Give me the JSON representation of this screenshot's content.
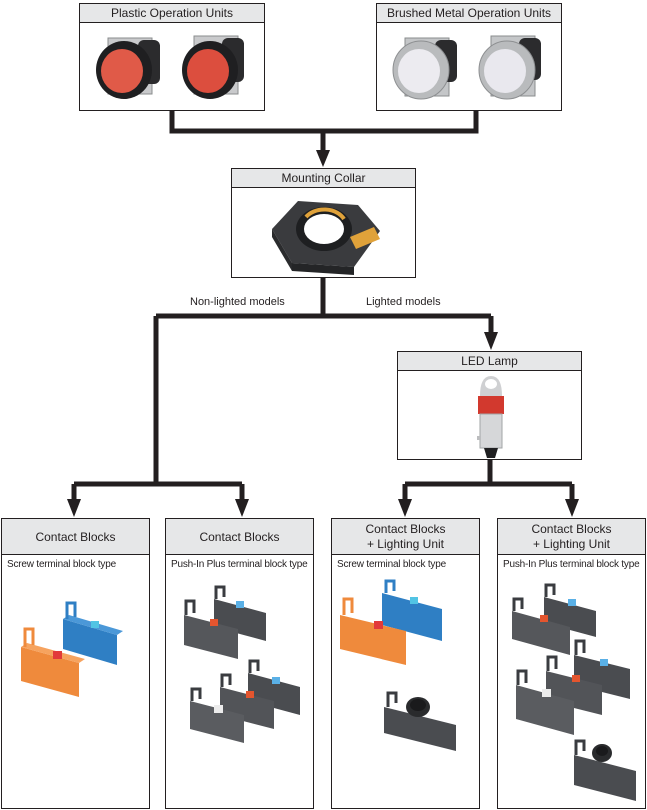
{
  "title": "Push-button switch configuration diagram",
  "colors": {
    "header_fill": "#e6e7e8",
    "line": "#231f20",
    "plastic_button": "#e05a48",
    "metal_button": "#e8e6ec",
    "collar_accent": "#e0a23a",
    "led_red": "#d2392e",
    "block_orange": "#ef8a3c",
    "block_blue": "#2f7fc4",
    "block_dark": "#4a4c50"
  },
  "nodes": {
    "plastic": {
      "label": "Plastic Operation Units",
      "image": "red-pushbutton-pair"
    },
    "metal": {
      "label": "Brushed Metal Operation Units",
      "image": "metal-pushbutton-pair"
    },
    "collar": {
      "label": "Mounting Collar",
      "image": "mounting-collar"
    },
    "led": {
      "label": "LED Lamp",
      "image": "led-lamp"
    },
    "cb_screw": {
      "label": "Contact Blocks",
      "subtitle": "Screw terminal block type",
      "image": "orange-blue-contact-blocks"
    },
    "cb_pushin": {
      "label": "Contact Blocks",
      "subtitle": "Push-In Plus terminal block type",
      "image": "dark-contact-blocks"
    },
    "cbl_screw": {
      "label_line1": "Contact Blocks",
      "label_line2": "+ Lighting Unit",
      "subtitle": "Screw terminal block type",
      "image": "contact-blocks-with-lighting-unit"
    },
    "cbl_pushin": {
      "label_line1": "Contact Blocks",
      "label_line2": "+ Lighting Unit",
      "subtitle": "Push-In Plus terminal block type",
      "image": "dark-contact-blocks-with-lighting-unit"
    }
  },
  "branches": {
    "non_lighted": "Non-lighted models",
    "lighted": "Lighted models"
  }
}
